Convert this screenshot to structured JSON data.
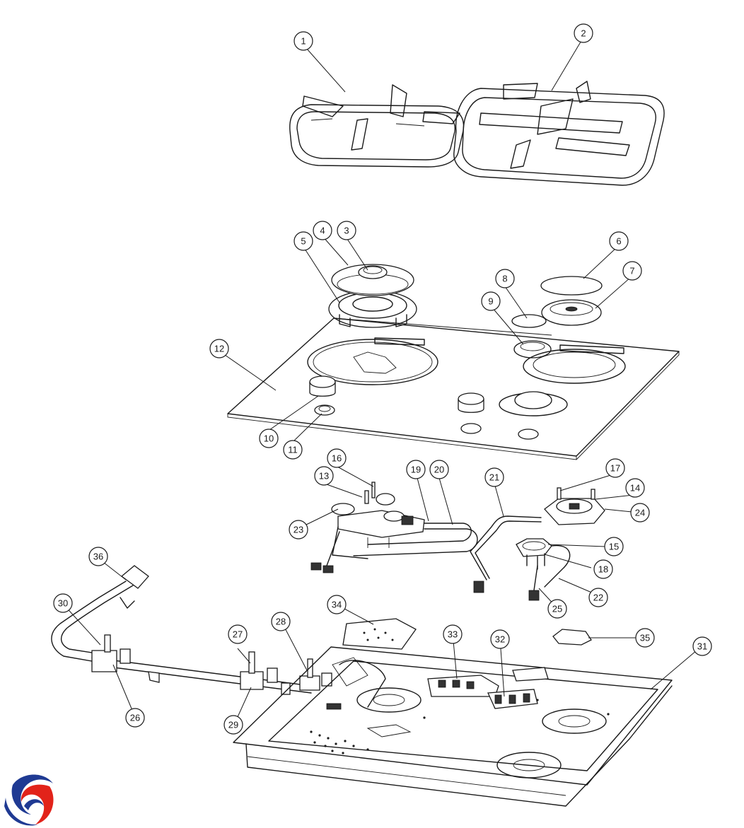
{
  "diagram": {
    "callouts": [
      {
        "label": "1"
      },
      {
        "label": "2"
      },
      {
        "label": "3"
      },
      {
        "label": "4"
      },
      {
        "label": "5"
      },
      {
        "label": "6"
      },
      {
        "label": "7"
      },
      {
        "label": "8"
      },
      {
        "label": "9"
      },
      {
        "label": "10"
      },
      {
        "label": "11"
      },
      {
        "label": "12"
      },
      {
        "label": "13"
      },
      {
        "label": "14"
      },
      {
        "label": "15"
      },
      {
        "label": "16"
      },
      {
        "label": "17"
      },
      {
        "label": "18"
      },
      {
        "label": "19"
      },
      {
        "label": "20"
      },
      {
        "label": "21"
      },
      {
        "label": "22"
      },
      {
        "label": "23"
      },
      {
        "label": "24"
      },
      {
        "label": "25"
      },
      {
        "label": "26"
      },
      {
        "label": "27"
      },
      {
        "label": "28"
      },
      {
        "label": "29"
      },
      {
        "label": "30"
      },
      {
        "label": "31"
      },
      {
        "label": "32"
      },
      {
        "label": "33"
      },
      {
        "label": "34"
      },
      {
        "label": "35"
      },
      {
        "label": "36"
      }
    ]
  },
  "logo": {
    "icon": "brand-swirl-logo",
    "colors": {
      "blue": "#1f3a93",
      "red": "#e2231a"
    }
  }
}
